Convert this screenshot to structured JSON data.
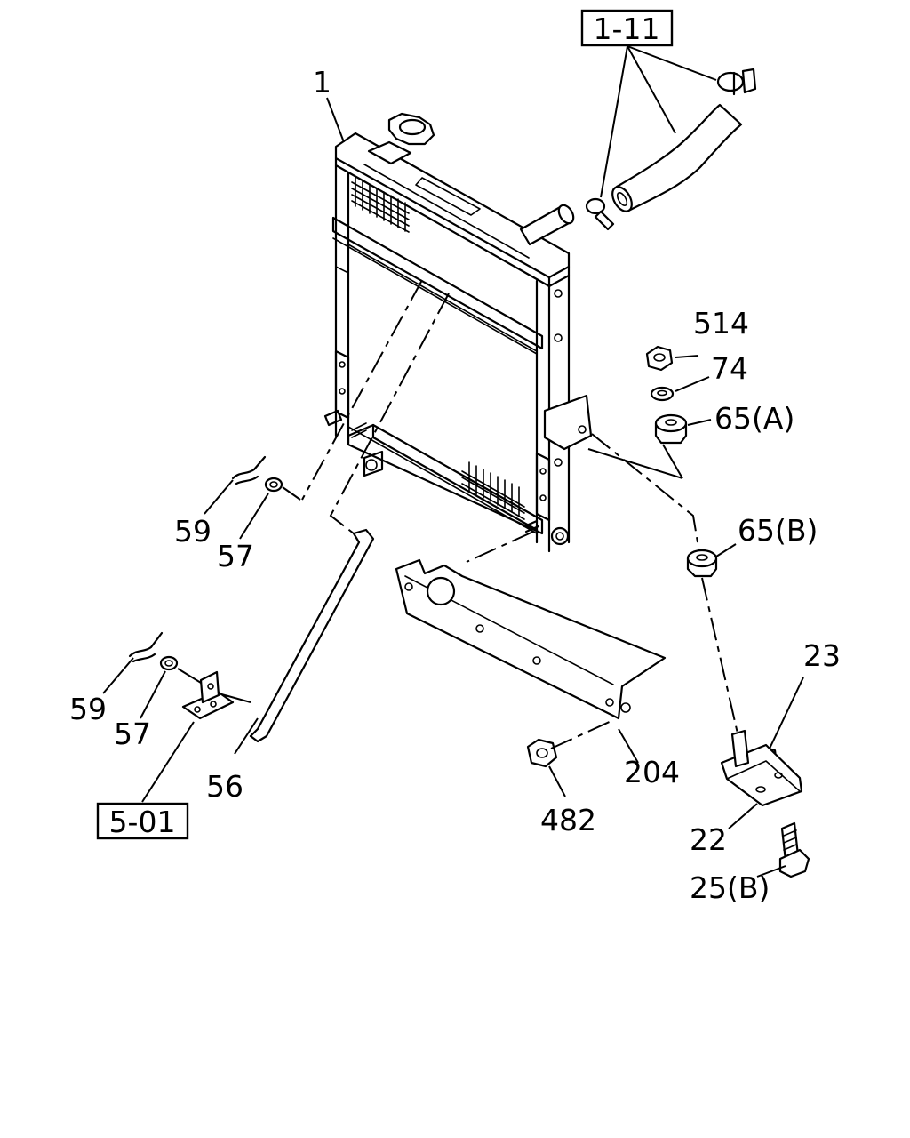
{
  "callouts": {
    "ref_1_11": "1-11",
    "ref_5_01": "5-01",
    "p1": "1",
    "p514": "514",
    "p74": "74",
    "p65a": "65(A)",
    "p65b": "65(B)",
    "p59a": "59",
    "p57a": "57",
    "p59b": "59",
    "p57b": "57",
    "p56": "56",
    "p23": "23",
    "p204": "204",
    "p482": "482",
    "p22": "22",
    "p25b": "25(B)"
  }
}
